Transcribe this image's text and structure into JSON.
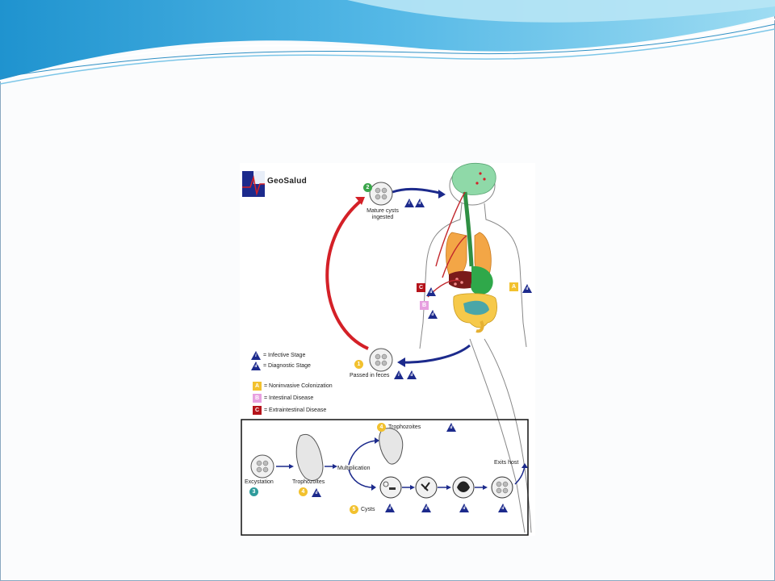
{
  "logo": {
    "text": "GeoSalud"
  },
  "steps": {
    "s1": {
      "num": "1",
      "label": "Passed in feces"
    },
    "s2": {
      "num": "2",
      "label_line1": "Mature cysts",
      "label_line2": "ingested"
    },
    "s3": {
      "num": "3",
      "label": "Excystation"
    },
    "s4": {
      "num": "4",
      "label": "Trophozoites"
    },
    "s4b": {
      "num": "4",
      "label": "Trophozoites"
    },
    "s5": {
      "num": "5",
      "label": "Cysts"
    },
    "multiplication": "Multiplication",
    "exits": "Exits host"
  },
  "markers": {
    "infective": "i",
    "diagnostic": "d",
    "A": "A",
    "B": "B",
    "C": "C"
  },
  "legend": {
    "infective": "= Infective Stage",
    "diagnostic": "= Diagnostic Stage",
    "noninvasive": "= Noninvasive Colonization",
    "intestinal": "= Intestinal Disease",
    "extraintestinal": "= Extraintestinal Disease"
  },
  "colors": {
    "infective_marker": "#1c2a8c",
    "step_yellow": "#f2c12e",
    "step_green": "#3aa54a",
    "step_teal": "#2e9b9b",
    "marker_A": "#f2c12e",
    "marker_B": "#e7a0e0",
    "marker_C": "#b5141b",
    "red_arrow": "#d42027",
    "blue_arrow": "#1c2a8c",
    "banner_blue": "#2e9fd8"
  }
}
